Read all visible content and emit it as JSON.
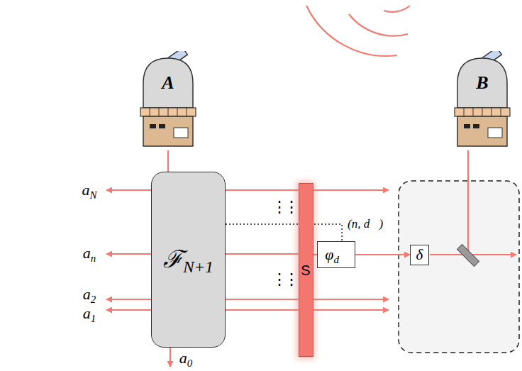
{
  "diagram": {
    "nodes": [
      {
        "text": [
          "A"
        ]
      },
      {
        "text": [
          "B"
        ]
      },
      {
        "text": [
          "ℱN+1"
        ]
      },
      {
        "text": [
          "S"
        ]
      },
      {
        "text": [
          "φd⃗"
        ]
      },
      {
        "text": [
          "δ"
        ]
      }
    ],
    "edges": [
      {
        "from": 0,
        "to": 2,
        "arrow": "none"
      },
      {
        "from": 2,
        "to": 3,
        "arrow": "none"
      },
      {
        "from": 2,
        "to": 3,
        "arrow": "none"
      },
      {
        "from": 2,
        "to": 3,
        "arrow": "none"
      },
      {
        "from": 2,
        "to": 3,
        "arrow": "none"
      },
      {
        "from": 3,
        "to": 4,
        "arrow": "none"
      },
      {
        "from": 4,
        "to": 5,
        "arrow": "to"
      },
      {
        "from": 2,
        "to": 4,
        "label": "(n, d⃗)",
        "arrow": "none"
      }
    ],
    "labels": [
      "aN",
      "an",
      "a2",
      "a1",
      "a0",
      "⋮",
      "⋮",
      "⋮",
      "⋮"
    ]
  }
}
